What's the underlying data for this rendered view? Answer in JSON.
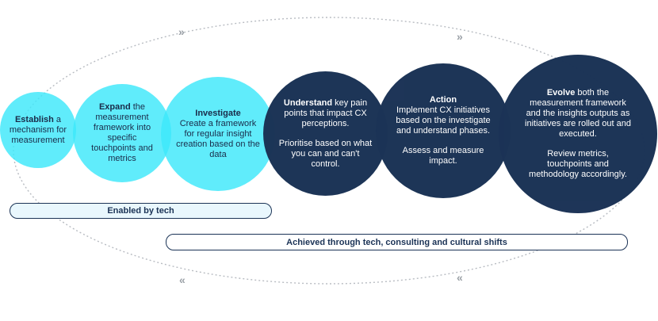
{
  "colors": {
    "light_circle": "#3de8fa",
    "dark_circle": "#1b3356",
    "dotted_path": "#b8bcc2",
    "tech_pill_fill": "#e9f7fd"
  },
  "steps": [
    {
      "bold": "Establish",
      "text": " a mechanism for measurement",
      "extra": ""
    },
    {
      "bold": "Expand",
      "text": " the measurement framework into specific touchpoints and metrics",
      "extra": ""
    },
    {
      "bold": "Investigate",
      "text": "Create a framework for regular insight creation based on the data",
      "extra": ""
    },
    {
      "bold": "Understand",
      "text": " key pain points that impact CX perceptions.",
      "extra": "Prioritise based on what you can and can't control."
    },
    {
      "bold": "Action",
      "text": "Implement CX initiatives based on the investigate and understand phases.",
      "extra": "Assess and measure impact."
    },
    {
      "bold": "Evolve",
      "text": " both the measurement framework and the insights outputs as initiatives are rolled out and executed.",
      "extra": "Review metrics, touchpoints and methodology accordingly."
    }
  ],
  "enabled_by_tech": "Enabled by tech",
  "achieved_through": "Achieved through tech, consulting and cultural shifts",
  "arrows": {
    "forward": "»",
    "backward": "«"
  }
}
